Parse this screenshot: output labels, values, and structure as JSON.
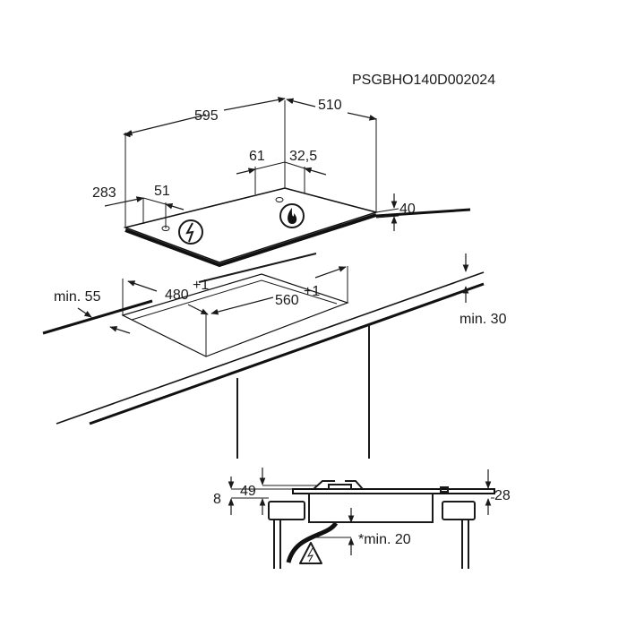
{
  "code": "PSGBHO140D002024",
  "dimensions": {
    "width": "595",
    "depth": "510",
    "d61": "61",
    "d32_5": "32,5",
    "d283": "283",
    "d51": "51",
    "height": "40",
    "cutout_depth": "480",
    "cutout_width": "560",
    "tolerance": "+1",
    "min_front": "min. 55",
    "min_worktop": "min. 30",
    "d8": "8",
    "d49": "49",
    "d28": "28",
    "min_below": "*min. 20"
  },
  "icons": [
    "electric-connection-icon",
    "gas-flame-icon",
    "electric-warning-icon"
  ]
}
